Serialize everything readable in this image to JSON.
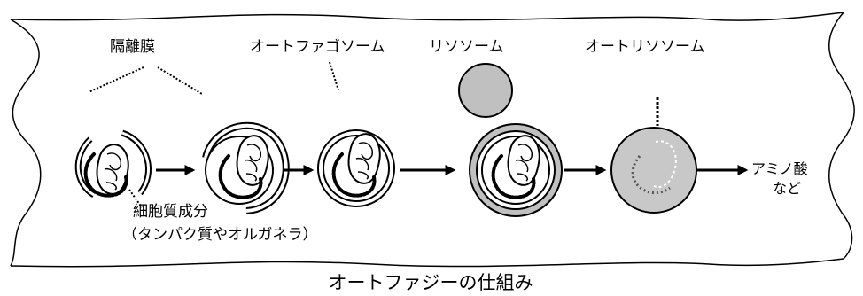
{
  "labels": {
    "isolation_membrane": "隔離膜",
    "autophagosome": "オートファゴソーム",
    "lysosome": "リソソーム",
    "autolysosome": "オートリソソーム",
    "product_line1": "アミノ酸",
    "product_line2": "など",
    "cytoplasm_line1": "細胞質成分",
    "cytoplasm_line2": "（タンパク質やオルガネラ）"
  },
  "caption": "オートファジーの仕組み",
  "colors": {
    "outline": "#000000",
    "lysosome_fill": "#c0c0c0",
    "autolysosome_fill": "#c8c8c8",
    "background": "#ffffff"
  }
}
